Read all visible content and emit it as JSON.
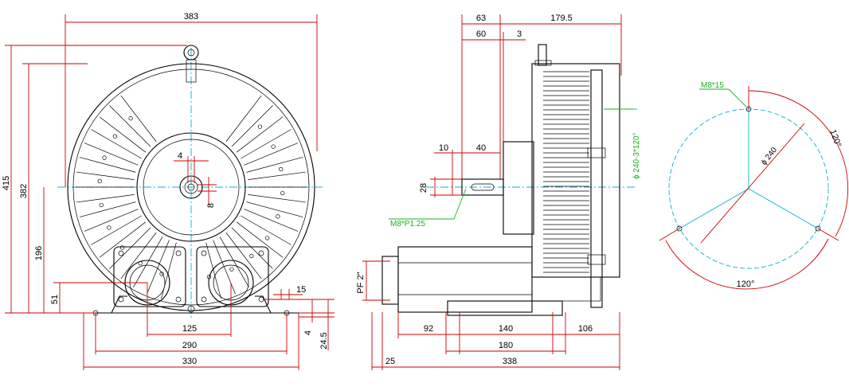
{
  "front_view": {
    "dims": {
      "width_top": "383",
      "height_total": "415",
      "height_382": "382",
      "height_196": "196",
      "height_51": "51",
      "shaft_4": "4",
      "shaft_8": "8",
      "foot_125": "125",
      "foot_290": "290",
      "foot_330": "330",
      "foot_15": "15",
      "foot_4": "4",
      "foot_24_5": "24.5"
    }
  },
  "side_view": {
    "dims": {
      "d63": "63",
      "d60": "60",
      "d3": "3",
      "d179_5": "179.5",
      "d10": "10",
      "d40": "40",
      "d28": "28",
      "d92": "92",
      "d140": "140",
      "d106": "106",
      "d180": "180",
      "d25": "25",
      "d338": "338",
      "pf": "PF 2\""
    },
    "notes": {
      "thread": "M8*P1.25",
      "bolt_circle": "ϕ 240-3*120°"
    }
  },
  "flange_view": {
    "notes": {
      "bolt": "M8*15",
      "diameter": "ϕ 240",
      "angle_right": "120°",
      "angle_bottom": "120°"
    }
  },
  "colors": {
    "dimension": "#cc0000",
    "centerline": "#00b4d8",
    "note": "#19b019",
    "outline": "#000000"
  }
}
